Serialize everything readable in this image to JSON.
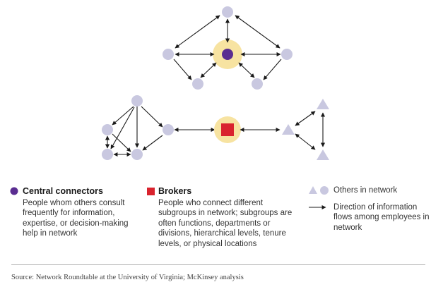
{
  "colors": {
    "node": "#c9c8e0",
    "central": "#5a2d91",
    "broker": "#d9232e",
    "halo": "#f7e3a1",
    "arrow": "#1a1a1a"
  },
  "legend": {
    "central_title": "Central connectors",
    "central_lines": [
      "People whom others consult",
      "frequently for information,",
      "expertise, or decision-making",
      "help in network"
    ],
    "broker_title": "Brokers",
    "broker_lines": [
      "People who connect different",
      "subgroups in network; subgroups are",
      "often functions, departments or",
      "divisions, hierarchical levels, tenure",
      "levels, or physical locations"
    ],
    "others_label": "Others in network",
    "direction_lines": [
      "Direction of information",
      "flows among employees in",
      "network"
    ]
  },
  "source": "Source: Network Roundtable at the University of Virginia; McKinsey analysis"
}
